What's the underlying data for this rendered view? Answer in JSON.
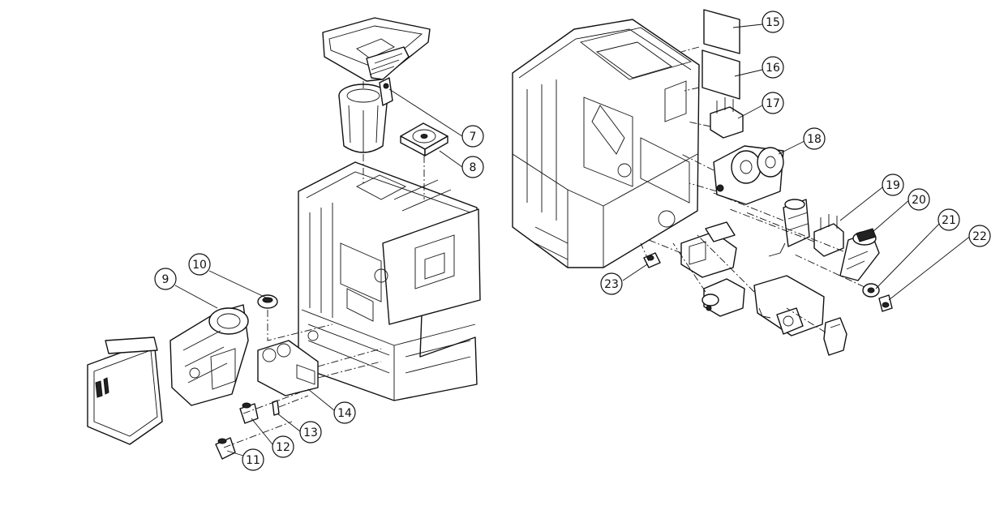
{
  "callouts": [
    {
      "id": "7",
      "label": "7"
    },
    {
      "id": "8",
      "label": "8"
    },
    {
      "id": "9",
      "label": "9"
    },
    {
      "id": "10",
      "label": "10"
    },
    {
      "id": "11",
      "label": "11"
    },
    {
      "id": "12",
      "label": "12"
    },
    {
      "id": "13",
      "label": "13"
    },
    {
      "id": "14",
      "label": "14"
    },
    {
      "id": "15",
      "label": "15"
    },
    {
      "id": "16",
      "label": "16"
    },
    {
      "id": "17",
      "label": "17"
    },
    {
      "id": "18",
      "label": "18"
    },
    {
      "id": "19",
      "label": "19"
    },
    {
      "id": "20",
      "label": "20"
    },
    {
      "id": "21",
      "label": "21"
    },
    {
      "id": "22",
      "label": "22"
    },
    {
      "id": "23",
      "label": "23"
    }
  ]
}
